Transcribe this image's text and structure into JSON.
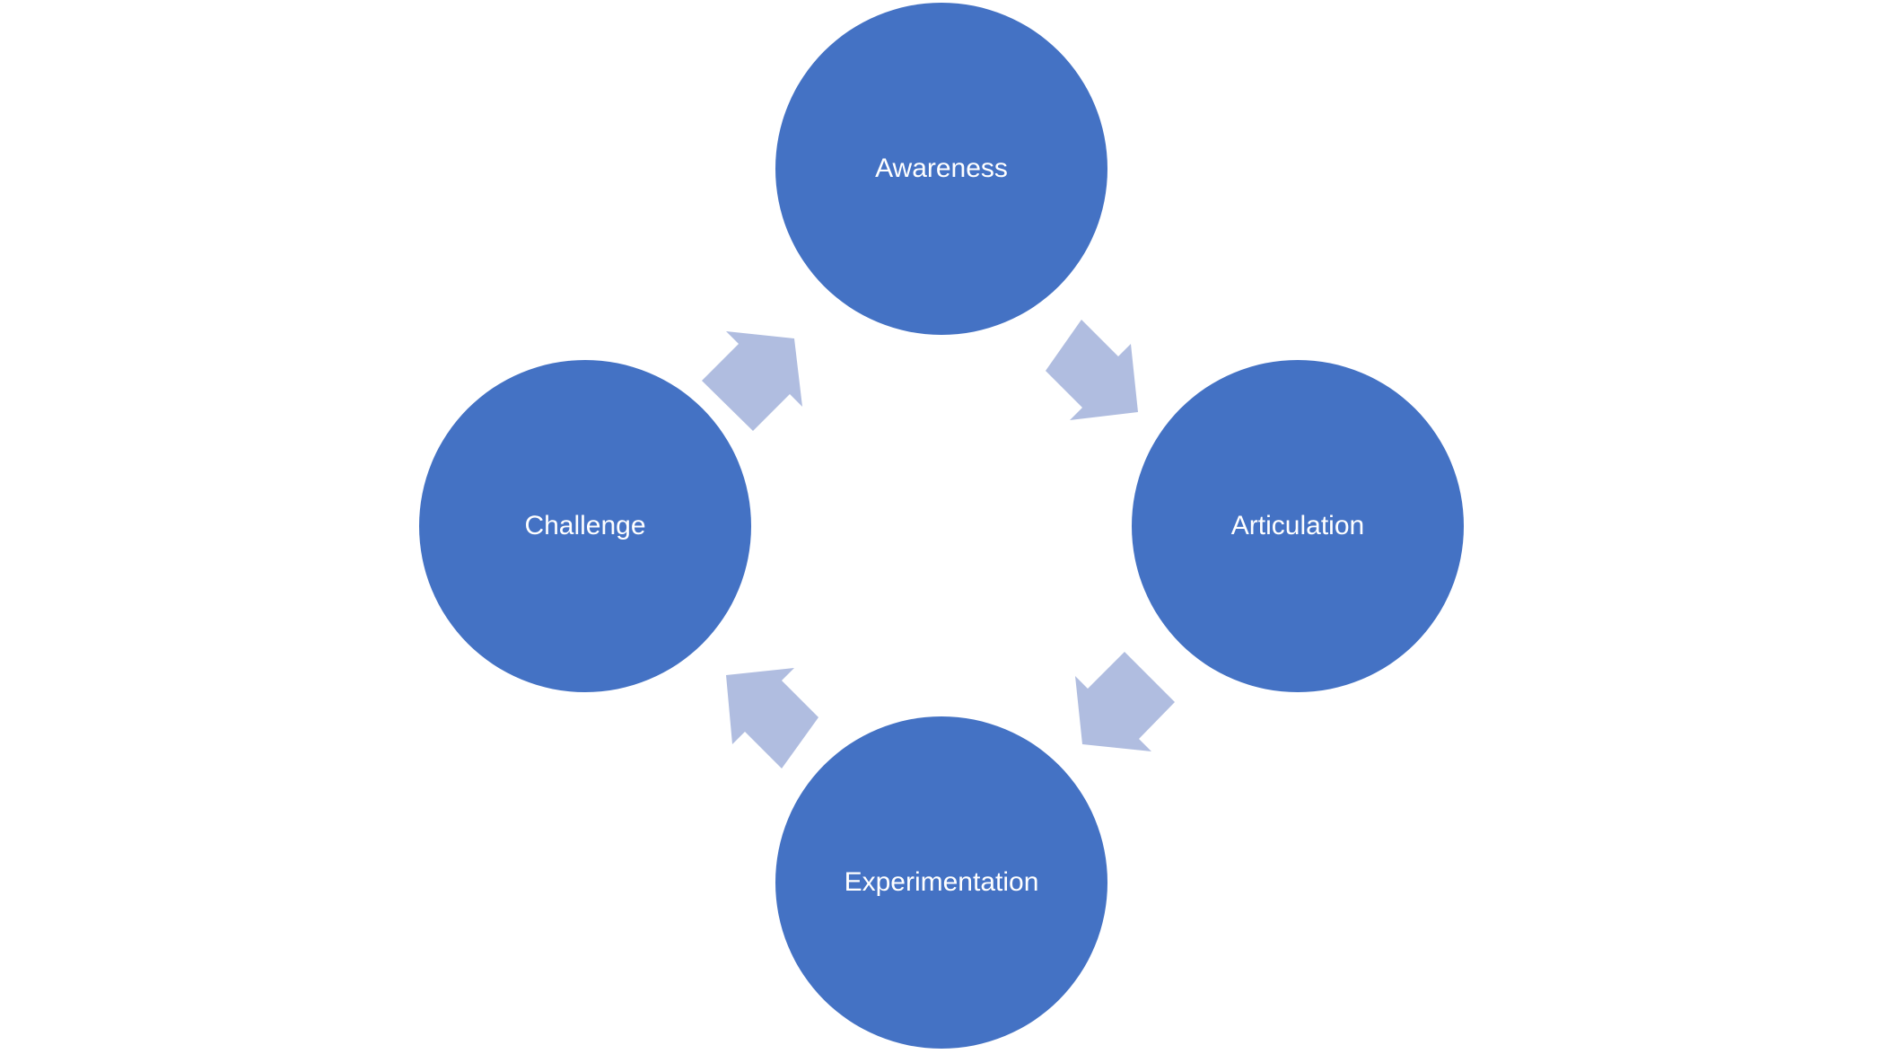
{
  "colors": {
    "node_fill": "#4472C4",
    "arrow_fill": "#B0BDE0",
    "background": "#FFFFFF"
  },
  "diagram": {
    "type": "cycle",
    "nodes": [
      {
        "id": "awareness",
        "label": "Awareness"
      },
      {
        "id": "articulation",
        "label": "Articulation"
      },
      {
        "id": "experimentation",
        "label": "Experimentation"
      },
      {
        "id": "challenge",
        "label": "Challenge"
      }
    ],
    "edges": [
      {
        "from": "awareness",
        "to": "articulation"
      },
      {
        "from": "articulation",
        "to": "experimentation"
      },
      {
        "from": "experimentation",
        "to": "challenge"
      },
      {
        "from": "challenge",
        "to": "awareness"
      }
    ]
  }
}
